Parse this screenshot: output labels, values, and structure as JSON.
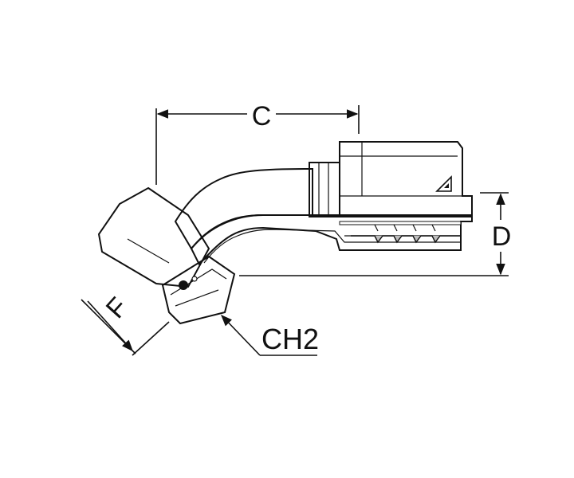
{
  "diagram": {
    "labels": {
      "c": "C",
      "d": "D",
      "f": "F",
      "ch2": "CH2"
    },
    "colors": {
      "line": "#111111",
      "metal_light": "#e6e6e6",
      "metal_mid": "#bdbdbd",
      "metal_dark": "#8c8c8c",
      "section": "#d9d9d9"
    },
    "icons": {
      "brand_mark": "triangle-logo-icon"
    }
  }
}
